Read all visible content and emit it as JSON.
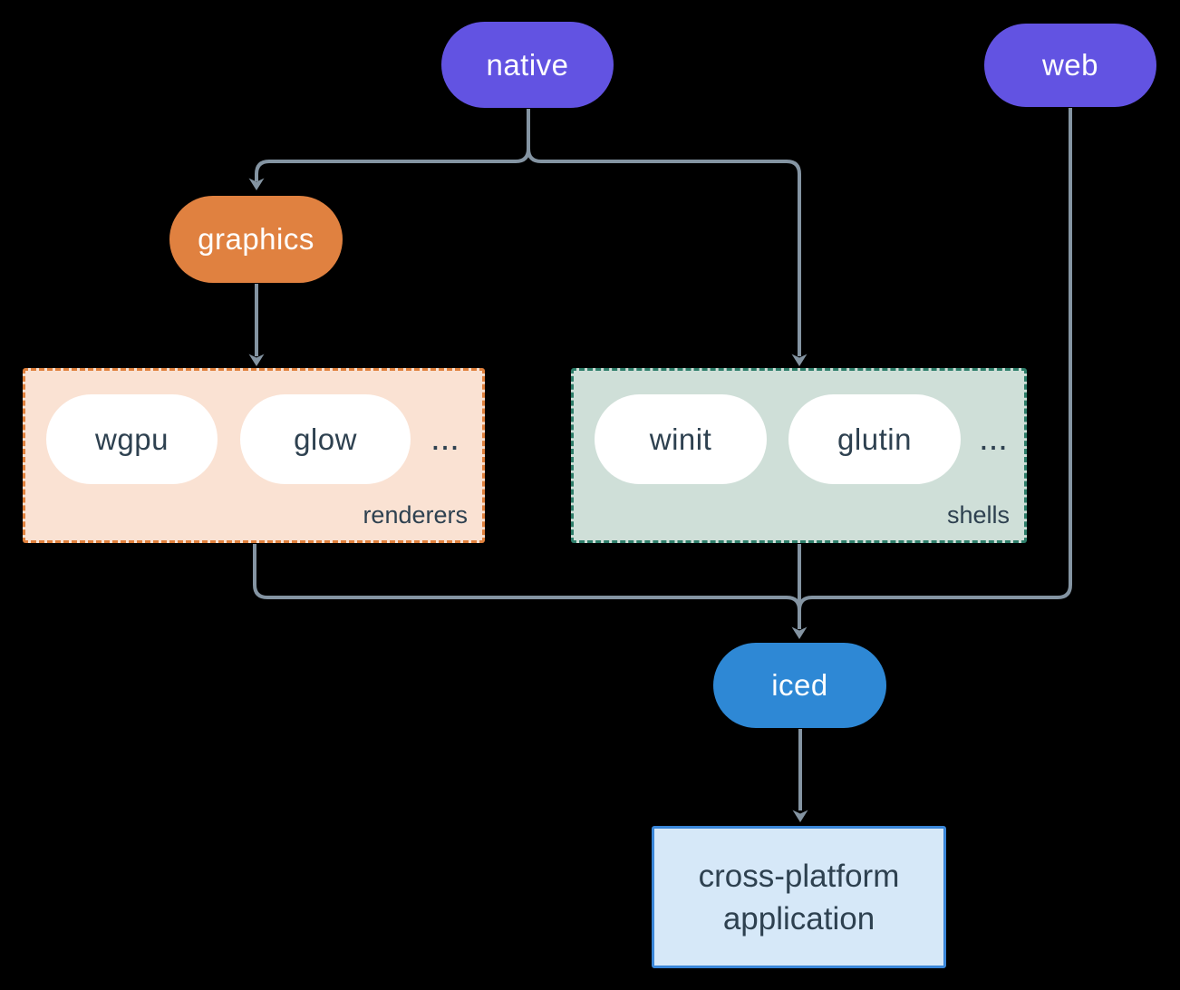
{
  "diagram": {
    "background_color": "#000000",
    "connector_color": "#8494a2",
    "nodes": {
      "native": {
        "label": "native",
        "bg": "#6253e2",
        "text_color": "#ffffff"
      },
      "web": {
        "label": "web",
        "bg": "#6253e2",
        "text_color": "#ffffff"
      },
      "graphics": {
        "label": "graphics",
        "bg": "#e08140",
        "text_color": "#ffffff"
      },
      "iced": {
        "label": "iced",
        "bg": "#2e88d5",
        "text_color": "#ffffff"
      },
      "app": {
        "label_line1": "cross-platform",
        "label_line2": "application",
        "bg": "#d6e8f8",
        "border_color": "#3a86d8",
        "text_color": "#2e4150"
      }
    },
    "groups": {
      "renderers": {
        "label": "renderers",
        "bg": "#fae2d3",
        "border_color": "#e0813d",
        "items": [
          "wgpu",
          "glow"
        ],
        "ellipsis": "...",
        "item_text_color": "#2e4150"
      },
      "shells": {
        "label": "shells",
        "bg": "#cfdfd8",
        "border_color": "#2e7e6a",
        "items": [
          "winit",
          "glutin"
        ],
        "ellipsis": "...",
        "item_text_color": "#2e4150"
      }
    }
  }
}
